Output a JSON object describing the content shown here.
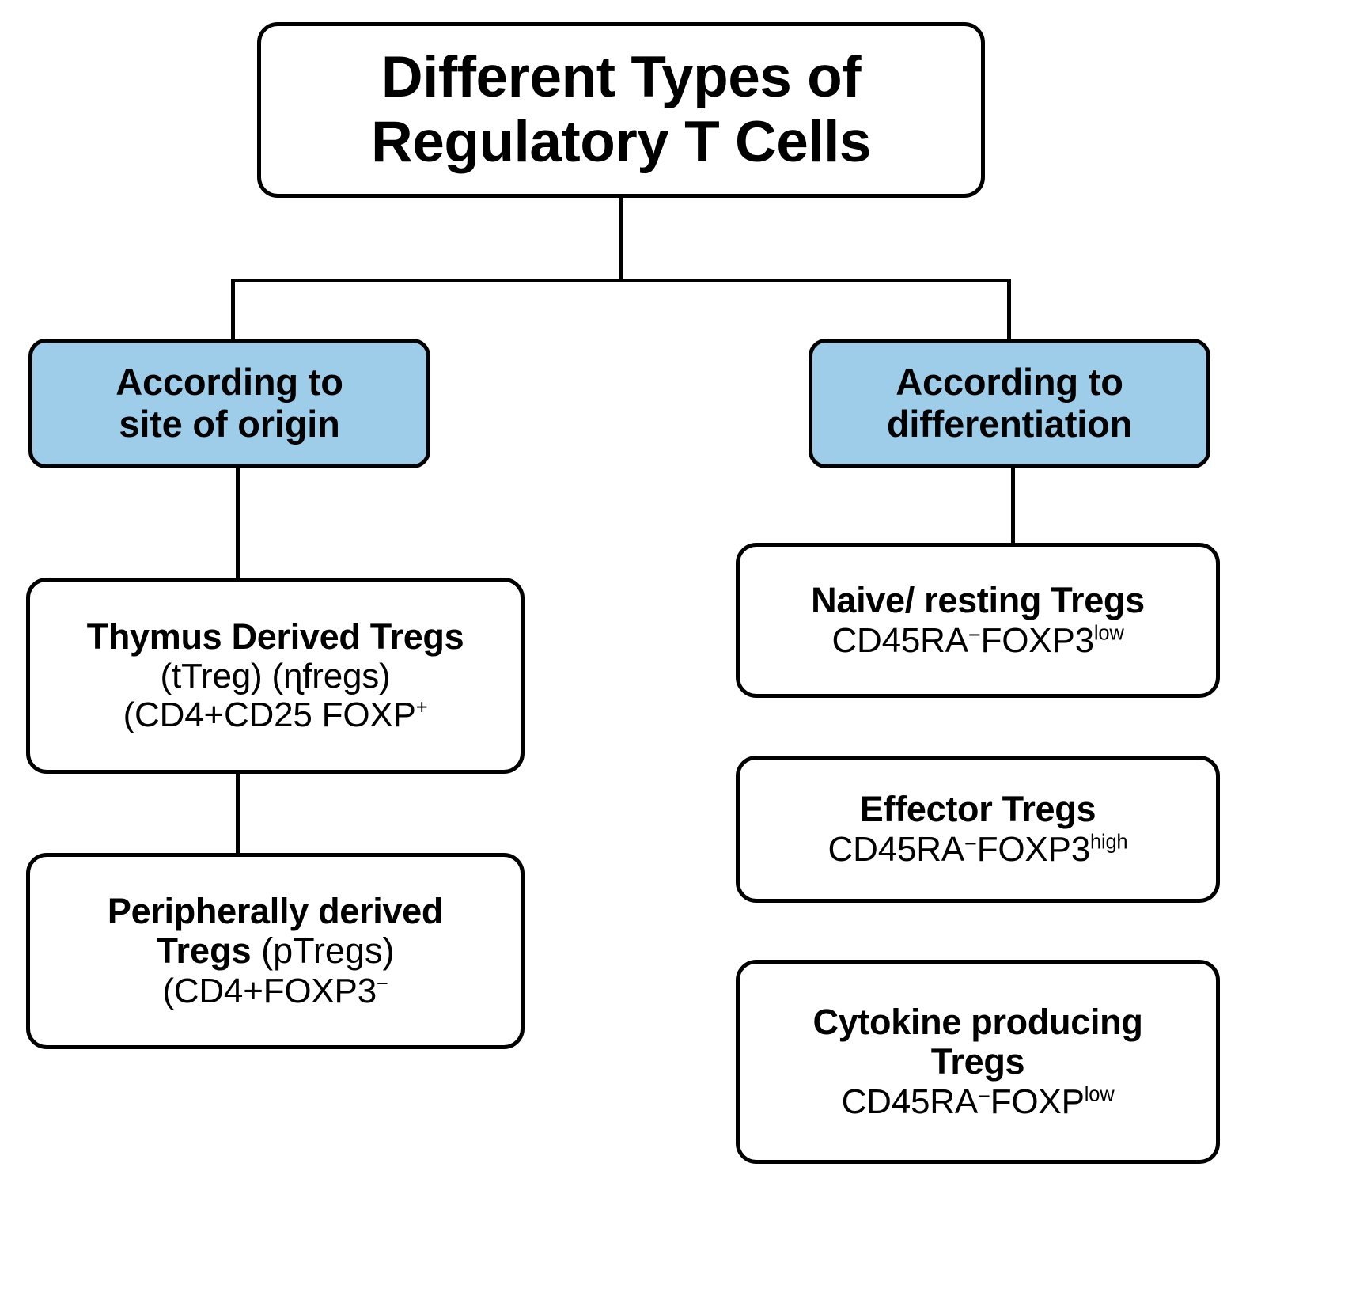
{
  "diagram": {
    "title_box": {
      "line1": "Different Types of",
      "line2": "Regulatory T Cells"
    },
    "branches": {
      "left": {
        "header": {
          "line1": "According to",
          "line2": "site of origin",
          "color": "#9ecde9"
        },
        "nodes": [
          {
            "head": "Thymus Derived Tregs",
            "sub1": "(tTreg) (ɳfregs)",
            "sub2_pre": "(CD4+CD25 FOXP",
            "sub2_sup": "+"
          },
          {
            "head": "Peripherally derived",
            "mix_bold": "Tregs",
            "mix_normal": " (pTregs)",
            "sub2_pre": "(CD4+FOXP3",
            "sub2_sup": "−"
          }
        ]
      },
      "right": {
        "header": {
          "line1": "According to",
          "line2": "differentiation",
          "color": "#9ecde9"
        },
        "nodes": [
          {
            "head": "Naive/ resting Tregs",
            "marker_pre": "CD45RA",
            "marker_dash": "−",
            "marker_mid": "FOXP3",
            "marker_sup": "low"
          },
          {
            "head": "Effector Tregs",
            "marker_pre": "CD45RA",
            "marker_dash": "−",
            "marker_mid": "FOXP3",
            "marker_sup": "high"
          },
          {
            "head_line1": "Cytokine producing",
            "head_line2": "Tregs",
            "marker_pre": "CD45RA",
            "marker_dash": "−",
            "marker_mid": "FOXP",
            "marker_sup": "low"
          }
        ]
      }
    },
    "edges": {
      "root_to_split": "vertical-connector",
      "split_bar": "horizontal-connector",
      "left_header_drop": "vertical-connector",
      "right_header_drop": "vertical-connector",
      "left_inter_node": "vertical-connector",
      "left_header_to_node": "vertical-connector"
    }
  }
}
